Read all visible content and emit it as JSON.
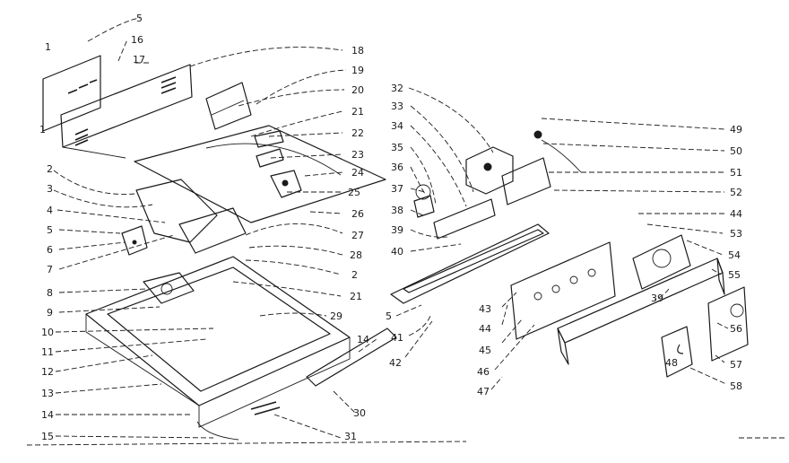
{
  "callouts": {
    "n1": "1",
    "n2": "2",
    "n3": "3",
    "n4": "4",
    "n5": "5",
    "n6": "6",
    "n7": "7",
    "n8": "8",
    "n9": "9",
    "n10": "10",
    "n11": "11",
    "n12": "12",
    "n13": "13",
    "n14": "14",
    "n15": "15",
    "n16": "16",
    "n17": "17",
    "n18": "18",
    "n19": "19",
    "n20": "20",
    "n21": "21",
    "n22": "22",
    "n23": "23",
    "n24": "24",
    "n25": "25",
    "n26": "26",
    "n27": "27",
    "n28": "28",
    "n29": "29",
    "n30": "30",
    "n31": "31",
    "n32": "32",
    "n33": "33",
    "n34": "34",
    "n35": "35",
    "n36": "36",
    "n37": "37",
    "n38": "38",
    "n39": "39",
    "n40": "40",
    "n41": "41",
    "n42": "42",
    "n43": "43",
    "n44": "44",
    "n45": "45",
    "n46": "46",
    "n47": "47",
    "n48": "48",
    "n49": "49",
    "n50": "50",
    "n51": "51",
    "n52": "52",
    "n53": "53",
    "n54": "54",
    "n55": "55",
    "n56": "56",
    "n57": "57",
    "n58": "58"
  }
}
